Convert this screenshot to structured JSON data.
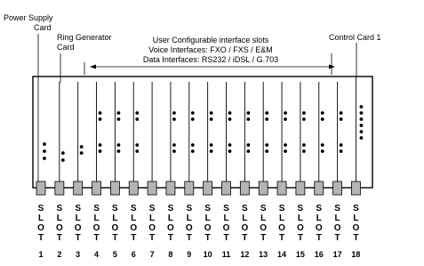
{
  "labels": {
    "power_supply": [
      "Power Supply",
      "Card"
    ],
    "ring_generator": [
      "Ring Generator",
      "Card"
    ],
    "user_slots": [
      "User Configurable interface slots",
      "Voice Interfaces: FXO / FXS / E&M",
      "Data Interfaces: RS232 / iDSL / G.703"
    ],
    "control_card": "Control Card 1"
  },
  "slot_word": [
    "S",
    "L",
    "O",
    "T"
  ],
  "slots": [
    {
      "number": "1",
      "dots": "power"
    },
    {
      "number": "2",
      "dots": "ring"
    },
    {
      "number": "3",
      "dots": "single"
    },
    {
      "number": "4",
      "dots": "double"
    },
    {
      "number": "5",
      "dots": "double"
    },
    {
      "number": "6",
      "dots": "double"
    },
    {
      "number": "7",
      "dots": "none"
    },
    {
      "number": "8",
      "dots": "double"
    },
    {
      "number": "9",
      "dots": "double"
    },
    {
      "number": "10",
      "dots": "double"
    },
    {
      "number": "11",
      "dots": "double"
    },
    {
      "number": "12",
      "dots": "double"
    },
    {
      "number": "13",
      "dots": "double"
    },
    {
      "number": "14",
      "dots": "double"
    },
    {
      "number": "15",
      "dots": "double"
    },
    {
      "number": "16",
      "dots": "double"
    },
    {
      "number": "17",
      "dots": "double"
    },
    {
      "number": "18",
      "dots": "control"
    }
  ],
  "colors": {
    "line": "#000000",
    "connector": "#b4b4b4",
    "dot": "#000000"
  }
}
